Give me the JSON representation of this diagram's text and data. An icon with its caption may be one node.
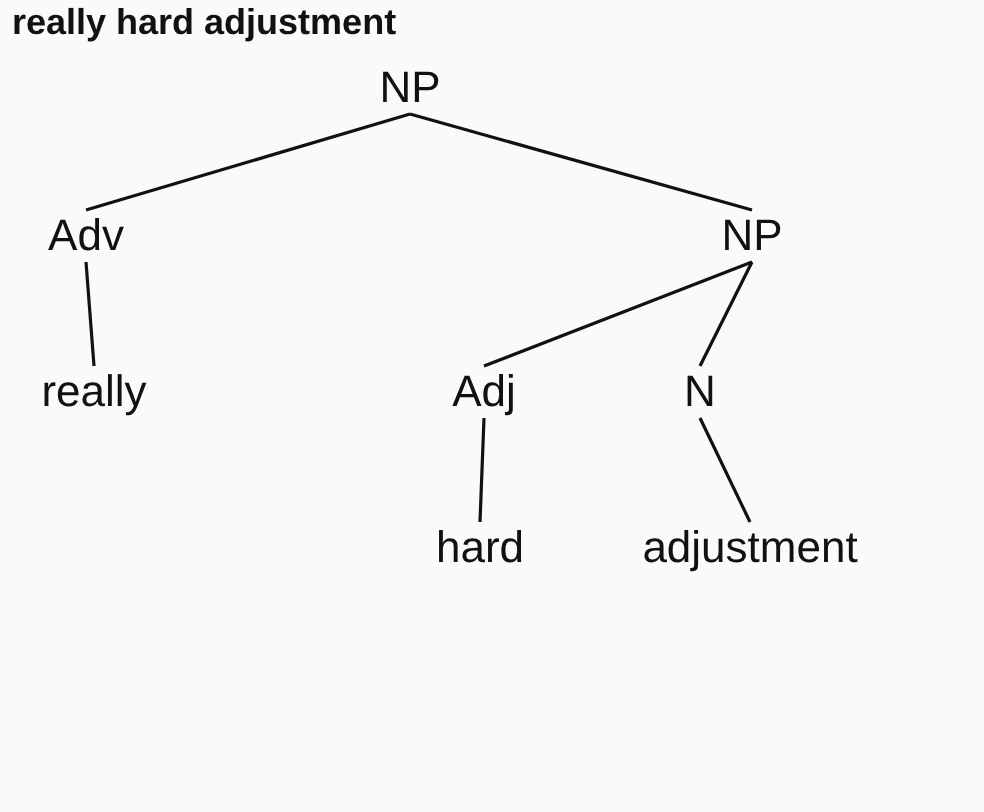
{
  "diagram": {
    "nodes": [
      {
        "text": [
          "NP"
        ]
      },
      {
        "text": [
          "Adv"
        ]
      },
      {
        "text": [
          "NP"
        ]
      },
      {
        "text": [
          "really"
        ]
      },
      {
        "text": [
          "Adj"
        ]
      },
      {
        "text": [
          "N"
        ]
      },
      {
        "text": [
          "hard"
        ]
      },
      {
        "text": [
          "adjustment"
        ]
      }
    ],
    "edges": [
      {
        "from": 0,
        "to": 1,
        "arrow": "none"
      },
      {
        "from": 0,
        "to": 2,
        "arrow": "none"
      },
      {
        "from": 1,
        "to": 3,
        "arrow": "none"
      },
      {
        "from": 2,
        "to": 4,
        "arrow": "none"
      },
      {
        "from": 2,
        "to": 5,
        "arrow": "none"
      },
      {
        "from": 4,
        "to": 6,
        "arrow": "none"
      },
      {
        "from": 5,
        "to": 7,
        "arrow": "none"
      }
    ],
    "labels": [
      "really hard adjustment"
    ]
  }
}
